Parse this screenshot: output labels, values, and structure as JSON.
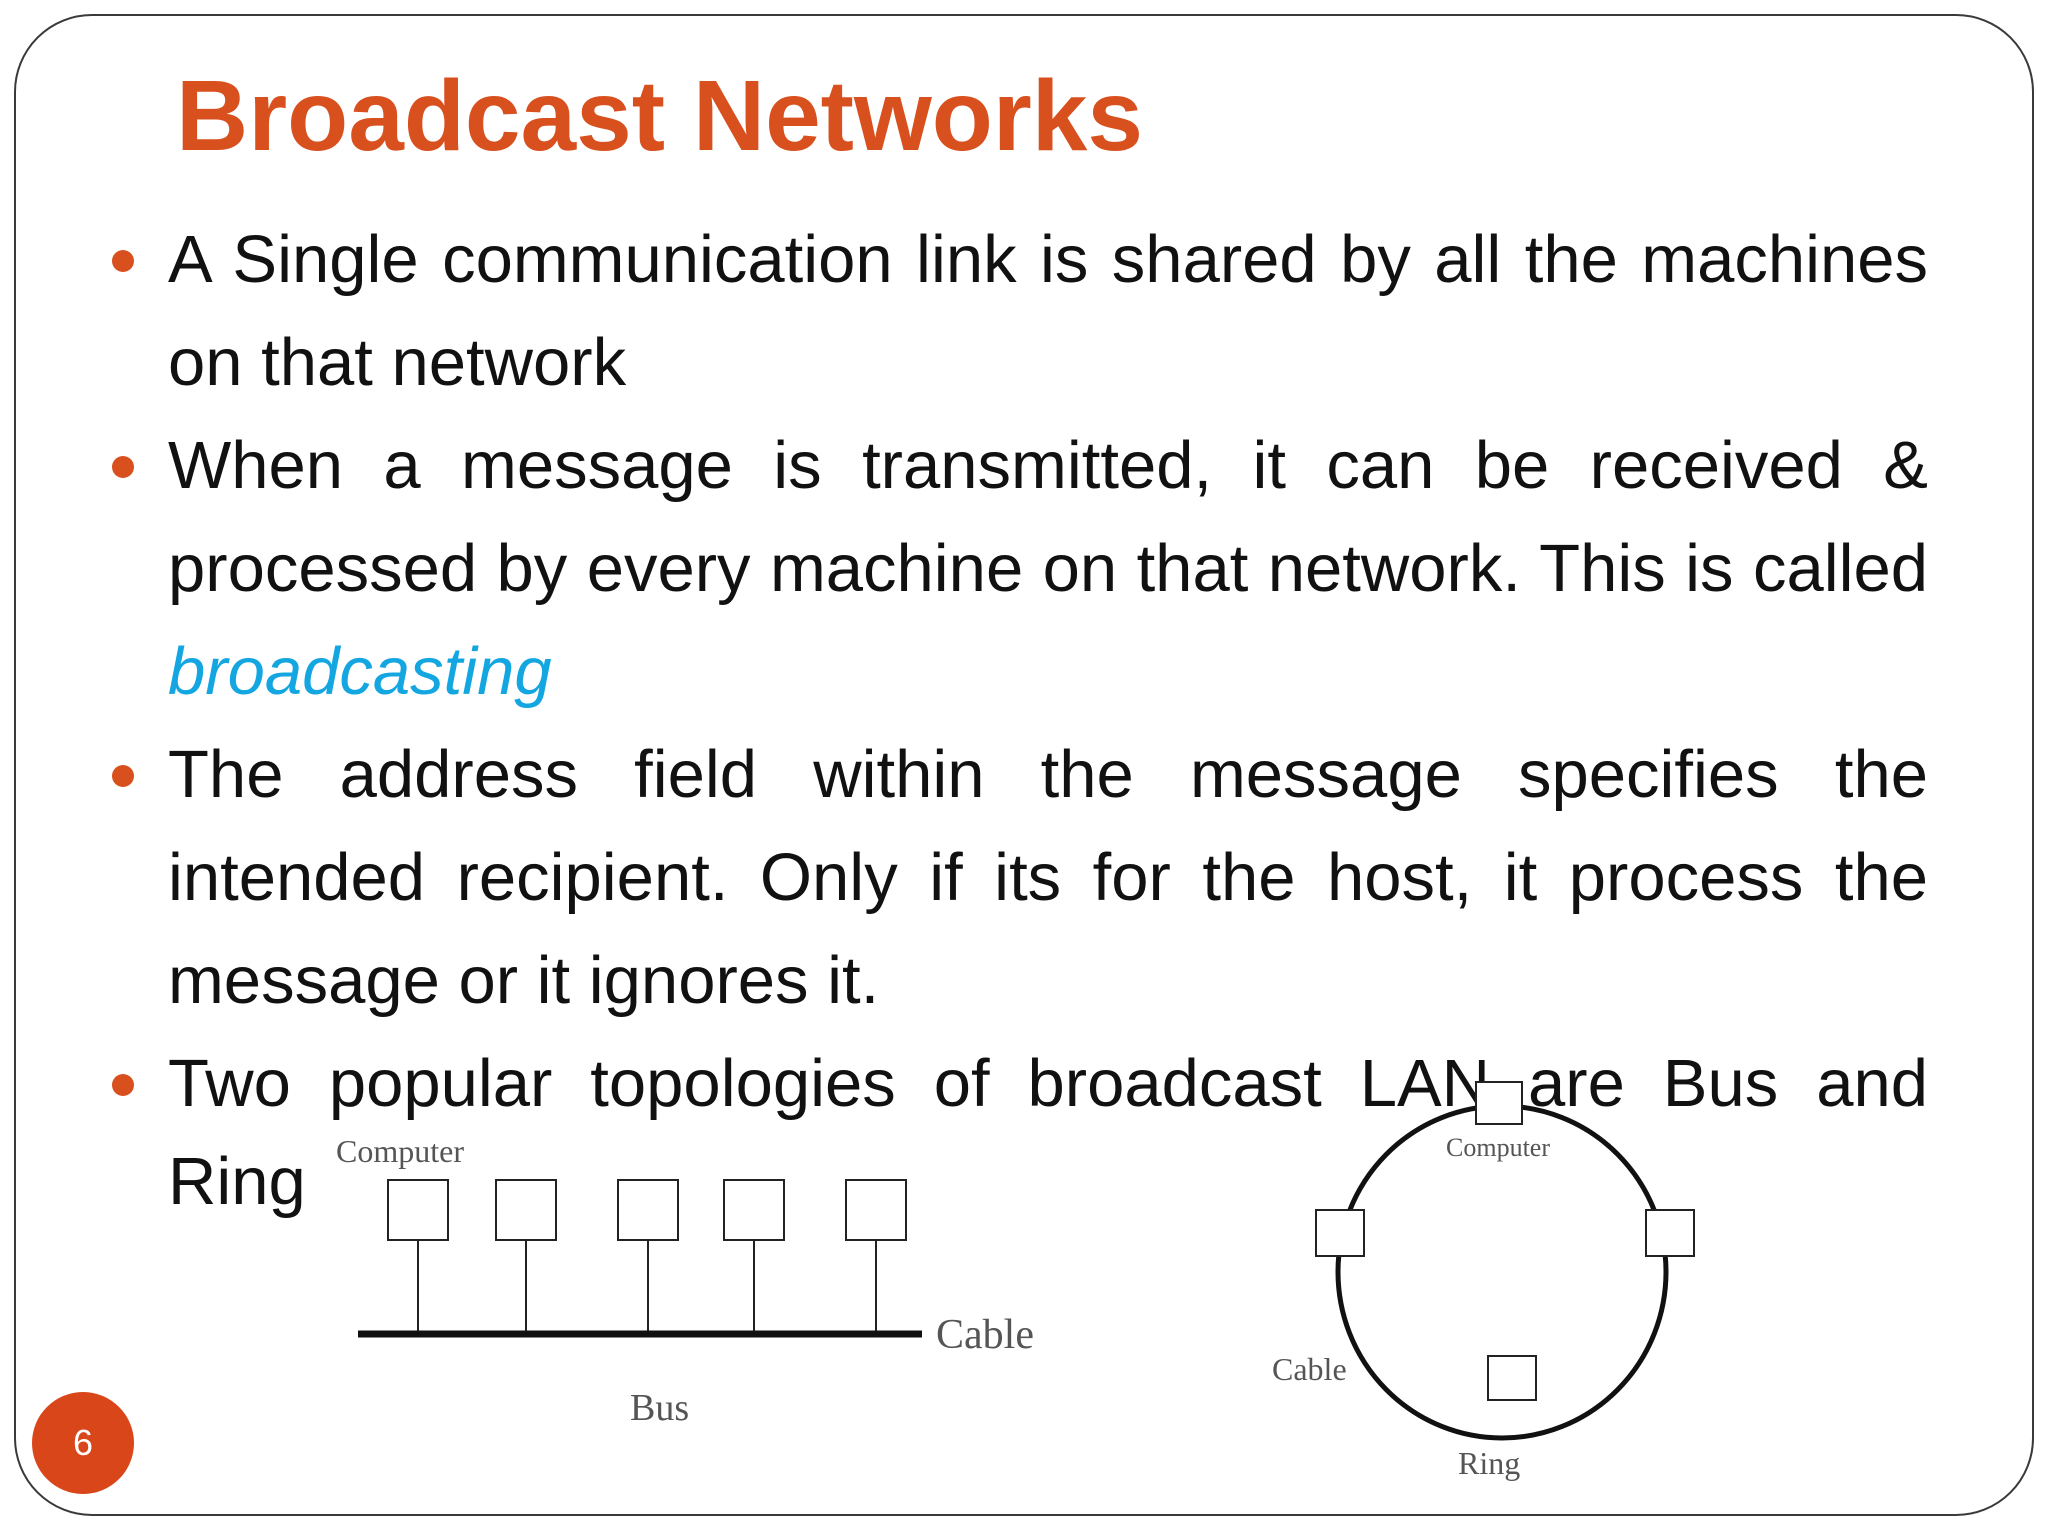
{
  "slide": {
    "title": "Broadcast Networks",
    "page_number": "6",
    "bullets": [
      {
        "text": "A Single communication link is shared by all the machines on that network"
      },
      {
        "text_before": "When a message is transmitted, it can be received & processed by every machine on that network. This is called ",
        "highlight": "broadcasting"
      },
      {
        "text": "The address field within the message specifies the intended recipient. Only if its for the host, it process the message or it ignores it."
      },
      {
        "text": "Two popular topologies of broadcast LAN are Bus and",
        "text_end": "Ring"
      }
    ]
  },
  "diagram": {
    "bus": {
      "computer_label": "Computer",
      "cable_label": "Cable",
      "caption": "Bus"
    },
    "ring": {
      "computer_label": "Computer",
      "cable_label": "Cable",
      "caption": "Ring"
    }
  },
  "colors": {
    "accent": "#d9501f",
    "highlight": "#13a6e0",
    "text": "#111111"
  }
}
